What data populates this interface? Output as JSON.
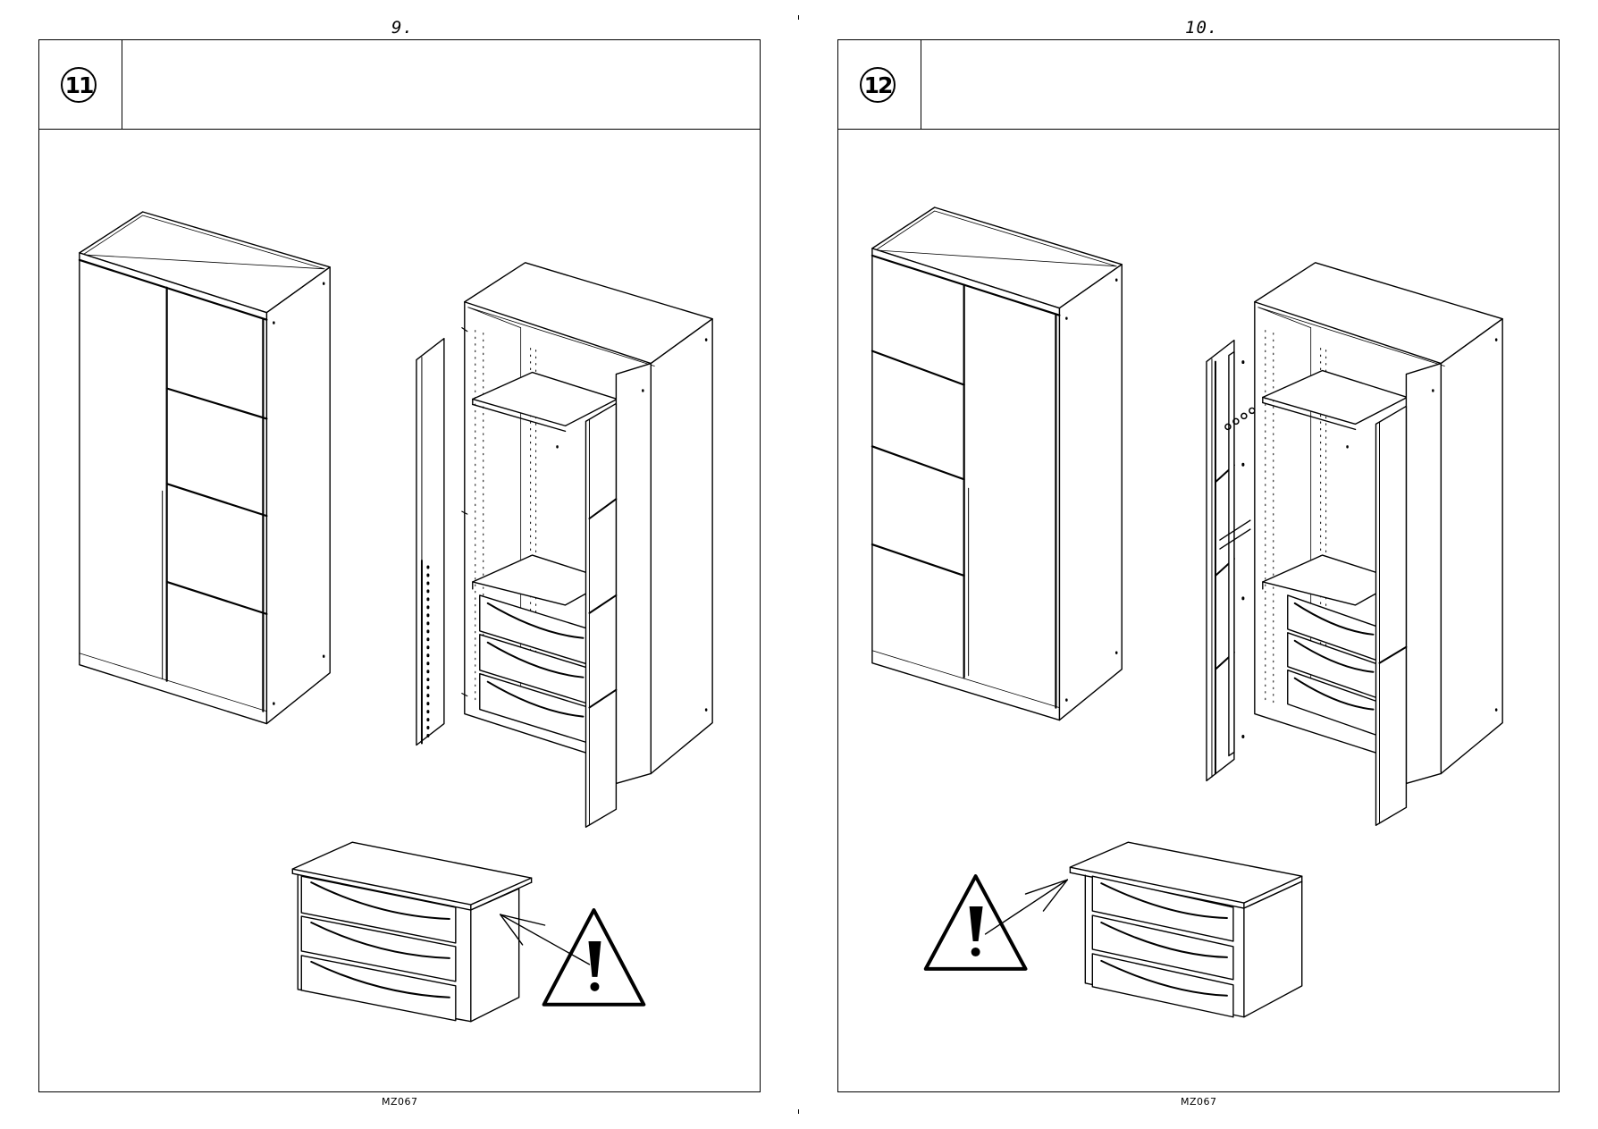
{
  "pages": [
    {
      "page_number": "9.",
      "step_number": "11",
      "footer_code": "MZ067",
      "illustration_icons": [
        "wardrobe-closed-icon",
        "wardrobe-open-icon",
        "drawer-unit-icon",
        "warning-triangle-icon"
      ]
    },
    {
      "page_number": "10.",
      "step_number": "12",
      "footer_code": "MZ067",
      "illustration_icons": [
        "wardrobe-closed-icon",
        "wardrobe-open-icon",
        "drawer-unit-icon",
        "warning-triangle-icon"
      ]
    }
  ],
  "colors": {
    "line": "#000000",
    "background": "#ffffff"
  }
}
